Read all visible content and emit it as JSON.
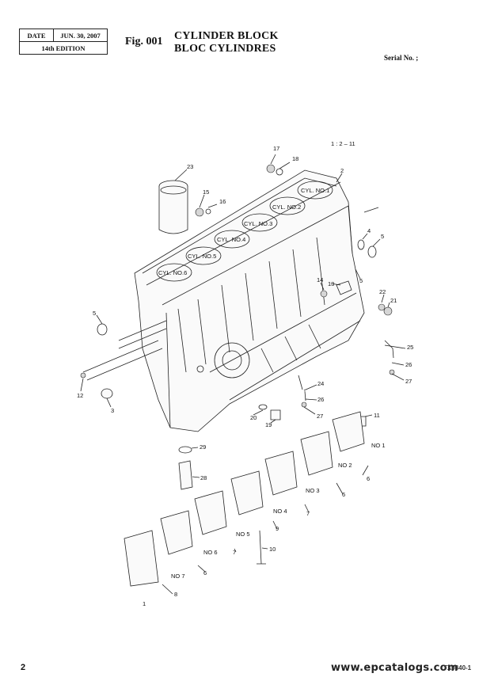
{
  "header": {
    "date_label": "DATE",
    "date_value": "JUN. 30, 2007",
    "edition": "14th EDITION",
    "fig_label": "Fig. 001",
    "title_en": "CYLINDER BLOCK",
    "title_fr": "BLOC CYLINDRES",
    "serial_label": "Serial No. ;"
  },
  "diagram": {
    "scale": "1 : 2 – 11",
    "cylinders": [
      "CYL. NO.1",
      "CYL. NO.2",
      "CYL. NO.3",
      "CYL. NO.4",
      "CYL. NO.5",
      "CYL. NO.6"
    ],
    "bearings": [
      "NO 1",
      "NO 2",
      "NO 3",
      "NO 4",
      "NO 5",
      "NO 6",
      "NO 7"
    ],
    "callouts": [
      "17",
      "18",
      "2",
      "23",
      "15",
      "16",
      "4",
      "5",
      "5",
      "14",
      "13",
      "22",
      "21",
      "5",
      "25",
      "26",
      "27",
      "24",
      "26",
      "27",
      "12",
      "3",
      "20",
      "19",
      "11",
      "29",
      "28",
      "6",
      "6",
      "7",
      "9",
      "10",
      "7",
      "6",
      "8",
      "1"
    ]
  },
  "footer": {
    "page_number": "2",
    "watermark": "www.epcatalogs.com",
    "doc_code": "TX0840-1"
  }
}
